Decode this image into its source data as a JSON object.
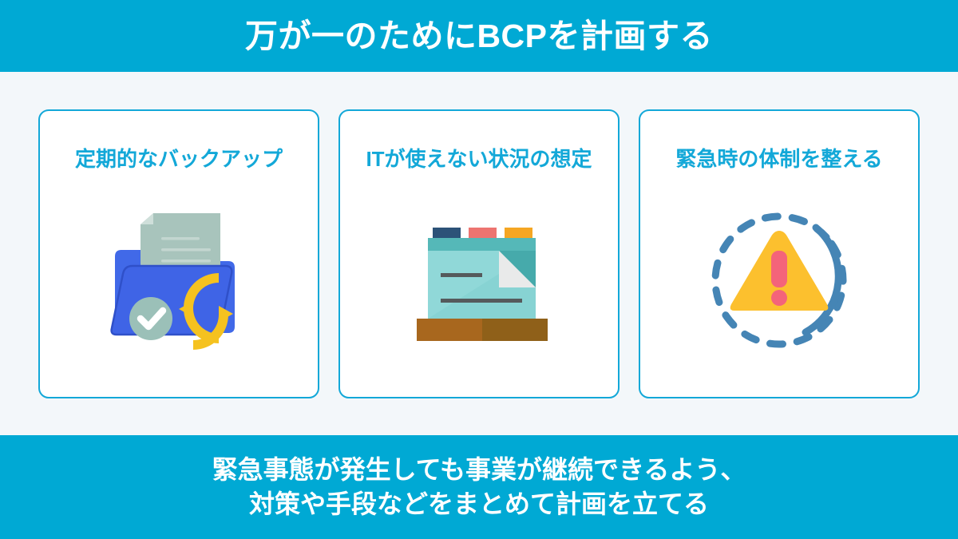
{
  "header": {
    "title": "万が一のためにBCPを計画する",
    "background_color": "#00a9d4",
    "text_color": "#ffffff"
  },
  "theme": {
    "page_background": "#f3f7fa",
    "accent": "#00a9d4",
    "card_border": "#13a8d8",
    "card_title_color": "#13a8d8",
    "card_background": "#ffffff"
  },
  "cards": [
    {
      "title": "定期的なバックアップ",
      "icon_name": "folder-backup-sync-icon",
      "icon_colors": {
        "folder": "#4169e8",
        "folder_dark": "#3558cc",
        "document": "#a8c4bc",
        "document_back": "#4a5550",
        "check_circle": "#9bc0b8",
        "check_mark": "#ffffff",
        "sync_arrows": "#f5c21f"
      }
    },
    {
      "title": "ITが使えない状況の想定",
      "icon_name": "whiteboard-document-icon",
      "icon_colors": {
        "board_top": "#55b8b8",
        "board_body": "#90d8d8",
        "board_shade": "#46aaab",
        "tab_navy": "#2c5278",
        "tab_red": "#ed7470",
        "tab_orange": "#f5a623",
        "line": "#555a5c",
        "fold": "#e9eaea",
        "base_left": "#a8671e",
        "base_right": "#8f6019"
      }
    },
    {
      "title": "緊急時の体制を整える",
      "icon_name": "warning-alert-circle-icon",
      "icon_colors": {
        "triangle": "#fcc02e",
        "exclamation": "#f4647a",
        "dashed_circle": "#4585b5"
      }
    }
  ],
  "footer": {
    "lines": [
      "緊急事態が発生しても事業が継続できるよう、",
      "対策や手段などをまとめて計画を立てる"
    ],
    "background_color": "#00a9d4",
    "text_color": "#ffffff"
  }
}
